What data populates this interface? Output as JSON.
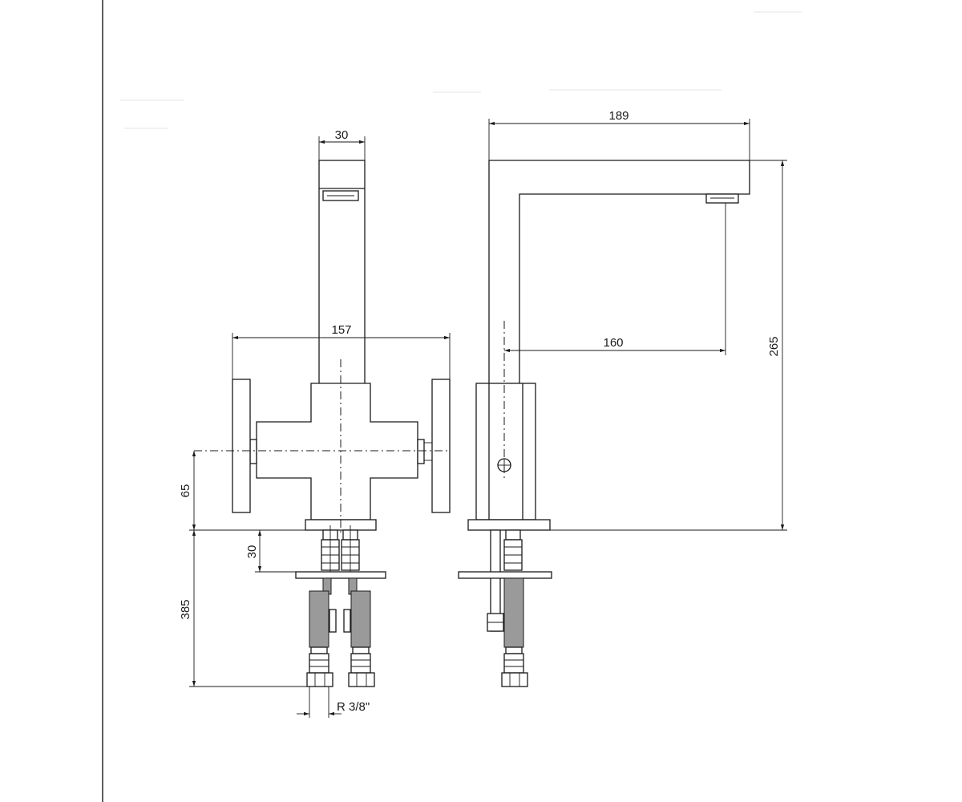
{
  "dimensions": {
    "spout_width_front": "30",
    "spout_reach_total": "189",
    "handle_span": "157",
    "spout_reach_center": "160",
    "total_height": "265",
    "handle_axis_height": "65",
    "shank_height": "30",
    "hose_length": "385",
    "thread": "R 3/8\""
  }
}
